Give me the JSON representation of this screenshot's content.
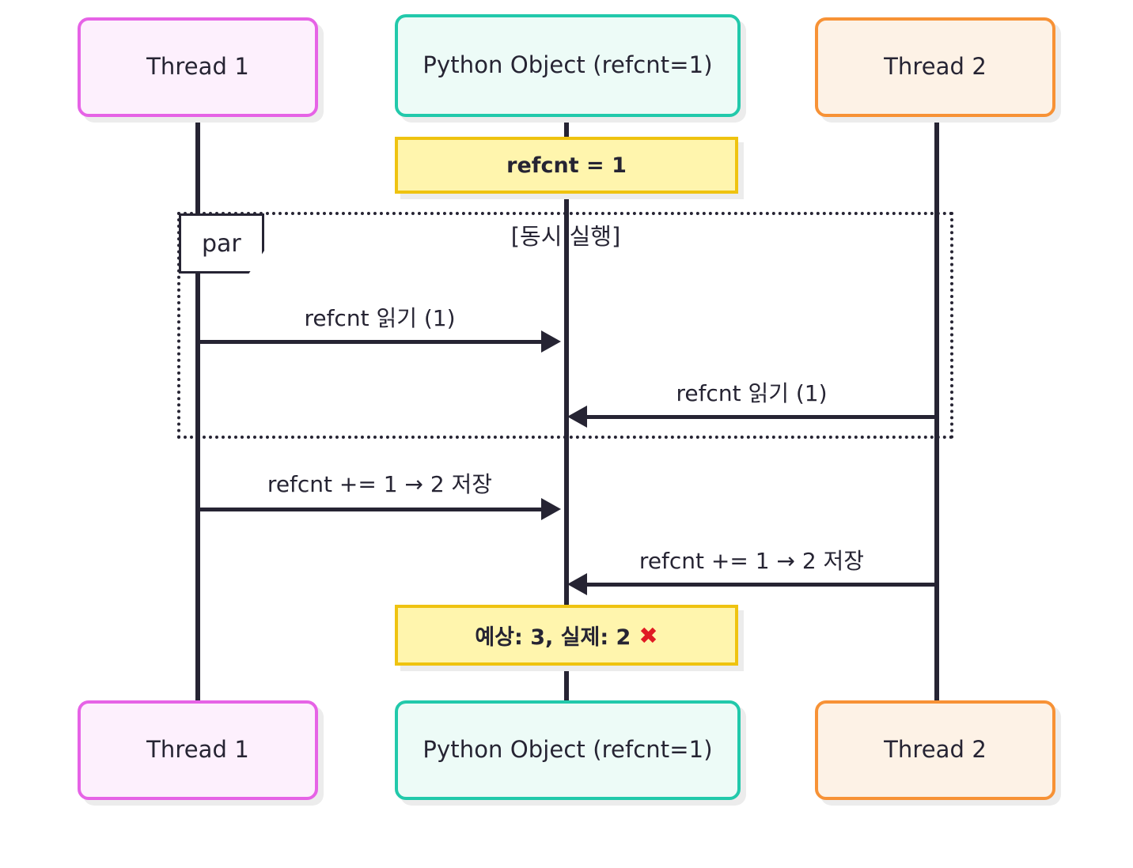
{
  "diagram": {
    "type": "sequence-diagram",
    "background": "#ffffff",
    "text_color": "#262433"
  },
  "participants": [
    {
      "id": "thread1",
      "label": "Thread 1",
      "border_color": "#e663e6",
      "fill_color": "#fdf0fd"
    },
    {
      "id": "object",
      "label": "Python Object (refcnt=1)",
      "border_color": "#22c9ab",
      "fill_color": "#edfbf7"
    },
    {
      "id": "thread2",
      "label": "Thread 2",
      "border_color": "#f79236",
      "fill_color": "#fdf2e6"
    }
  ],
  "notes": [
    {
      "id": "note-refcnt-initial",
      "text": "refcnt = 1",
      "border_color": "#efc310",
      "fill_color": "#fff5ad"
    },
    {
      "id": "note-result",
      "text": "예상: 3, 실제: 2",
      "suffix_icon": "✖",
      "suffix_color": "#e01b24",
      "border_color": "#efc310",
      "fill_color": "#fff5ad"
    }
  ],
  "fragment": {
    "kind": "par",
    "label": "par",
    "title": "[동시 실행]"
  },
  "messages": [
    {
      "id": "msg-1",
      "label": "refcnt 읽기 (1)",
      "from": "thread1",
      "to": "object",
      "direction": "right"
    },
    {
      "id": "msg-2",
      "label": "refcnt 읽기 (1)",
      "from": "thread2",
      "to": "object",
      "direction": "left"
    },
    {
      "id": "msg-3",
      "label": "refcnt += 1 → 2 저장",
      "from": "thread1",
      "to": "object",
      "direction": "right"
    },
    {
      "id": "msg-4",
      "label": "refcnt += 1 → 2 저장",
      "from": "thread2",
      "to": "object",
      "direction": "left"
    }
  ],
  "footer_participants": [
    {
      "id": "thread1-bottom",
      "label": "Thread 1"
    },
    {
      "id": "object-bottom",
      "label": "Python Object (refcnt=1)"
    },
    {
      "id": "thread2-bottom",
      "label": "Thread 2"
    }
  ]
}
